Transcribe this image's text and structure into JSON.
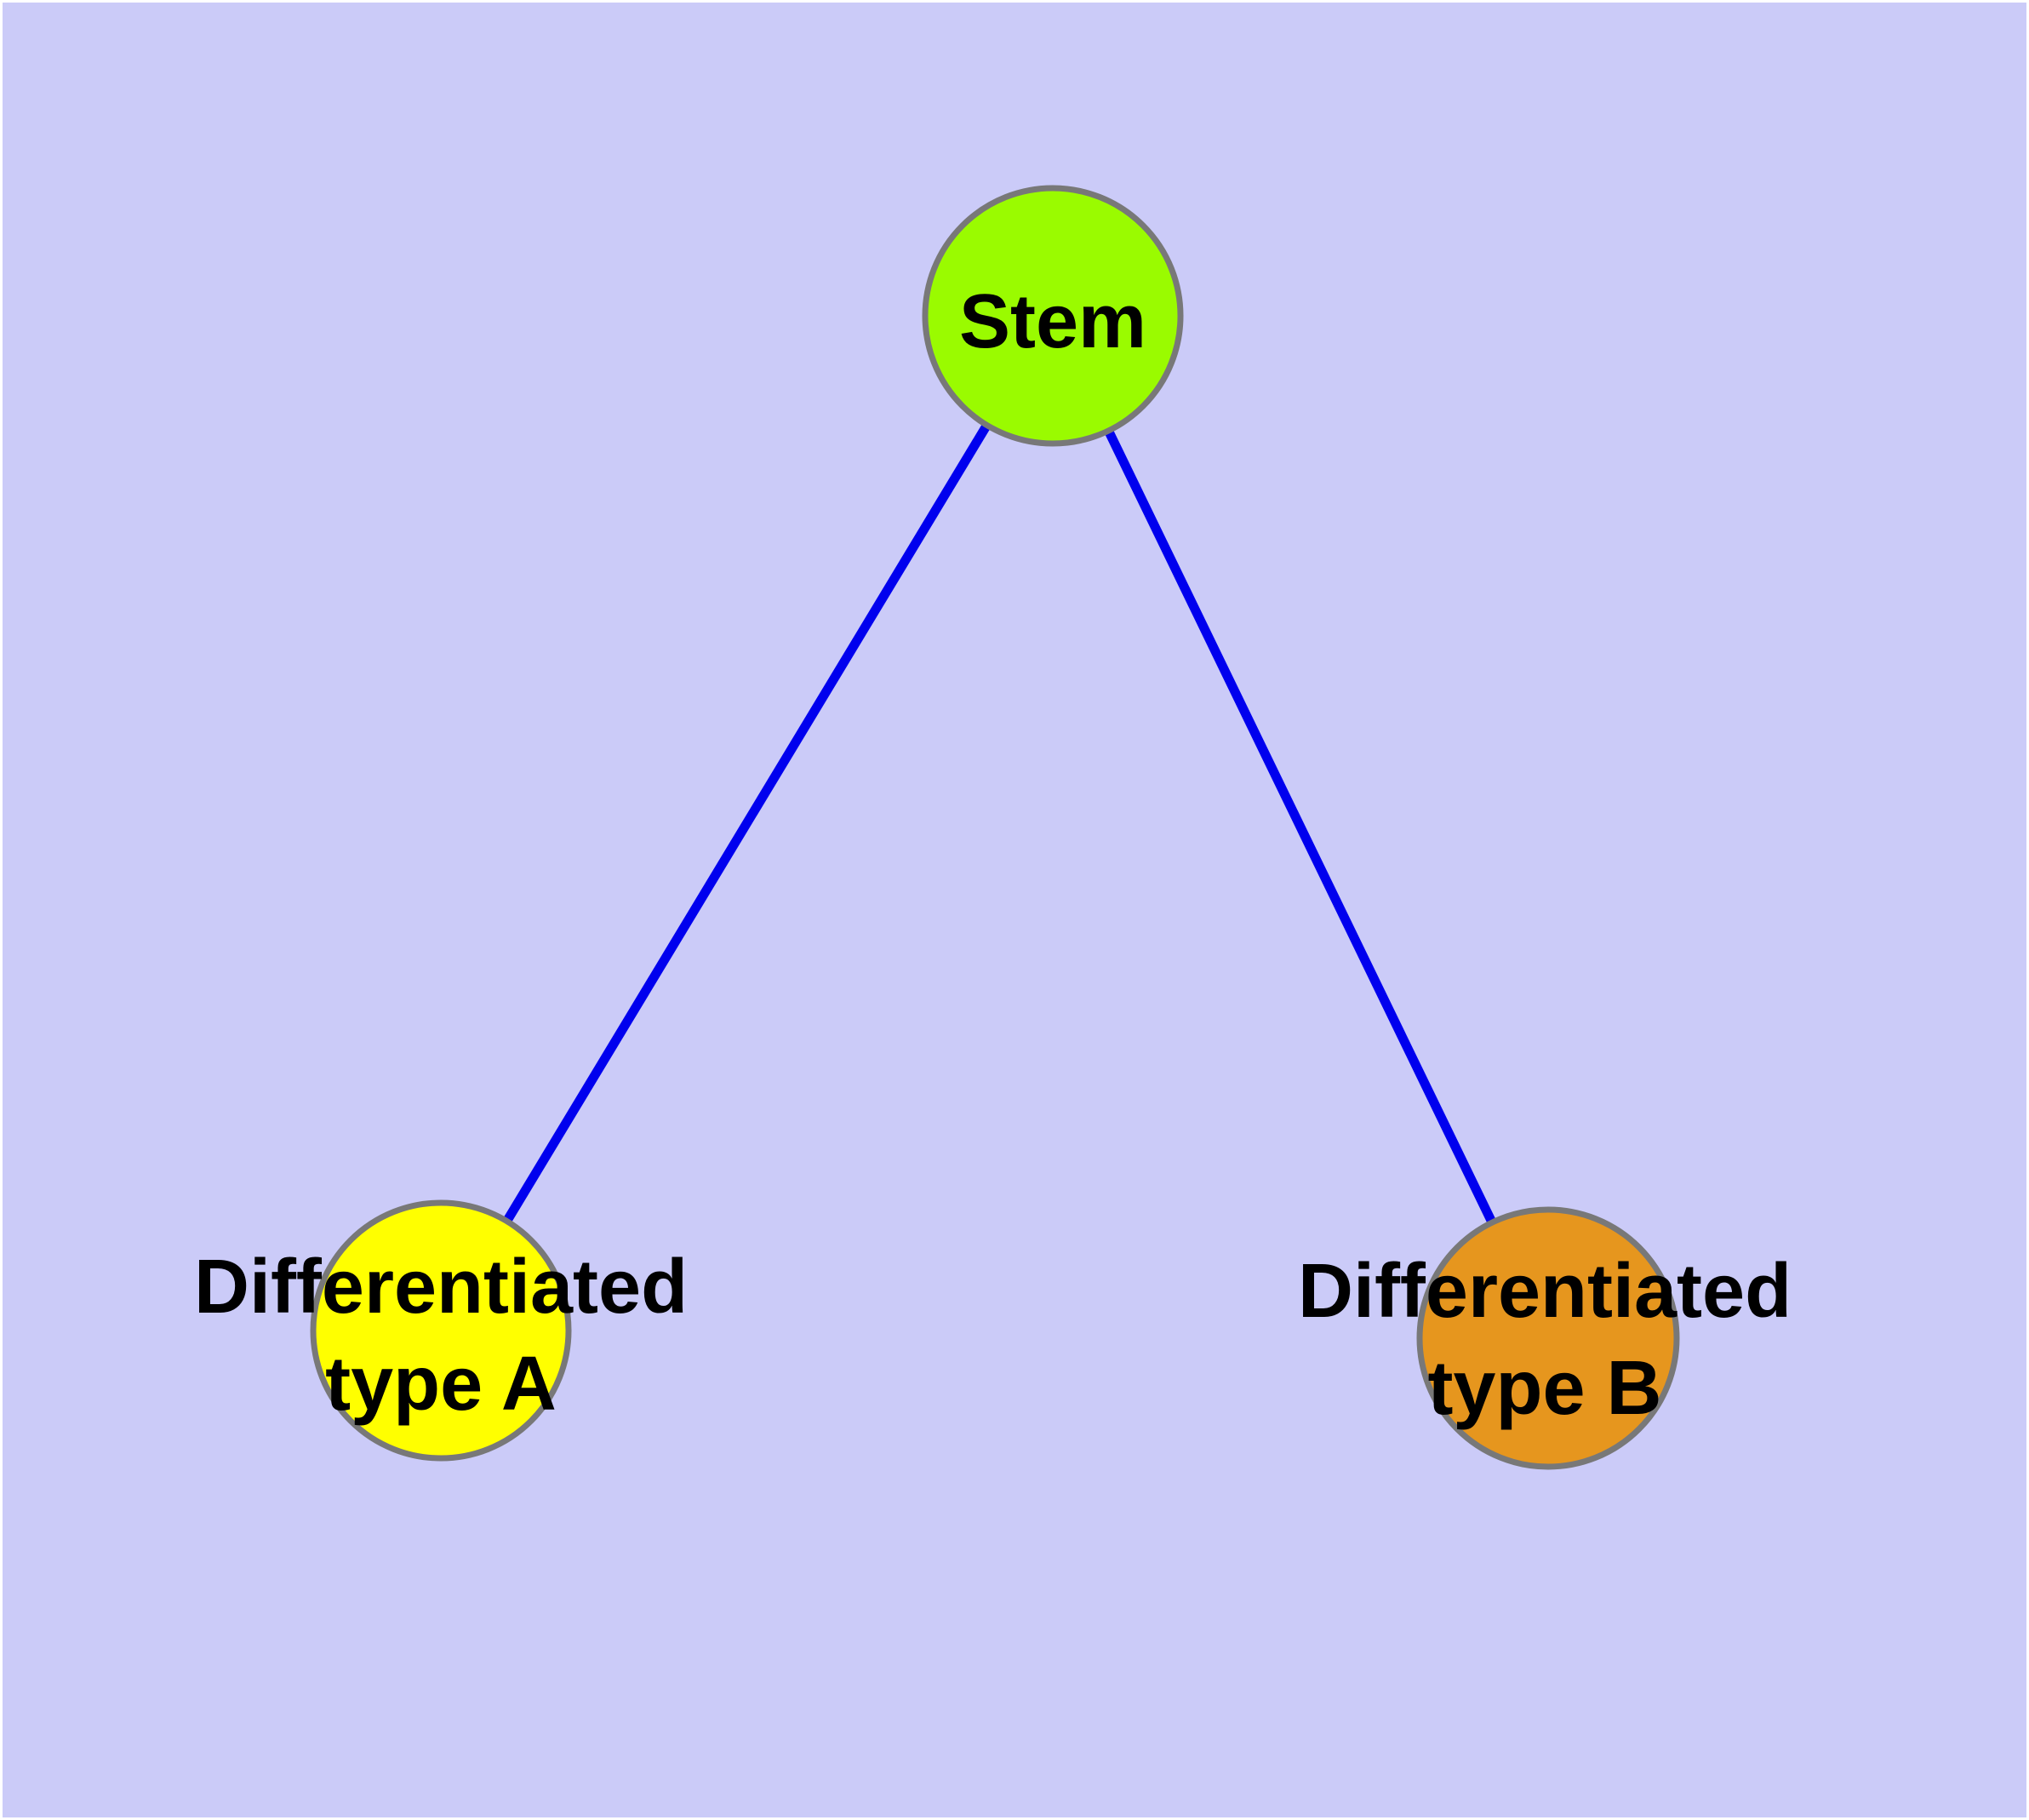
{
  "diagram": {
    "background_color": "#CBCBF8",
    "frame_color": "#FFFFFF",
    "edge_color": "#0000EE",
    "node_border_color": "#787878",
    "label_text_color": "#000000",
    "nodes": [
      {
        "id": "stem",
        "label": "Stem",
        "fill_color": "#9AFB00"
      },
      {
        "id": "diff-a",
        "label_line1": "Differentiated",
        "label_line2": "type A",
        "fill_color": "#FFFF00"
      },
      {
        "id": "diff-b",
        "label_line1": "Differentiated",
        "label_line2": "type B",
        "fill_color": "#E6961E"
      }
    ],
    "edges": [
      {
        "from": "Stem",
        "to": "Differentiated type A"
      },
      {
        "from": "Stem",
        "to": "Differentiated type B"
      }
    ]
  }
}
